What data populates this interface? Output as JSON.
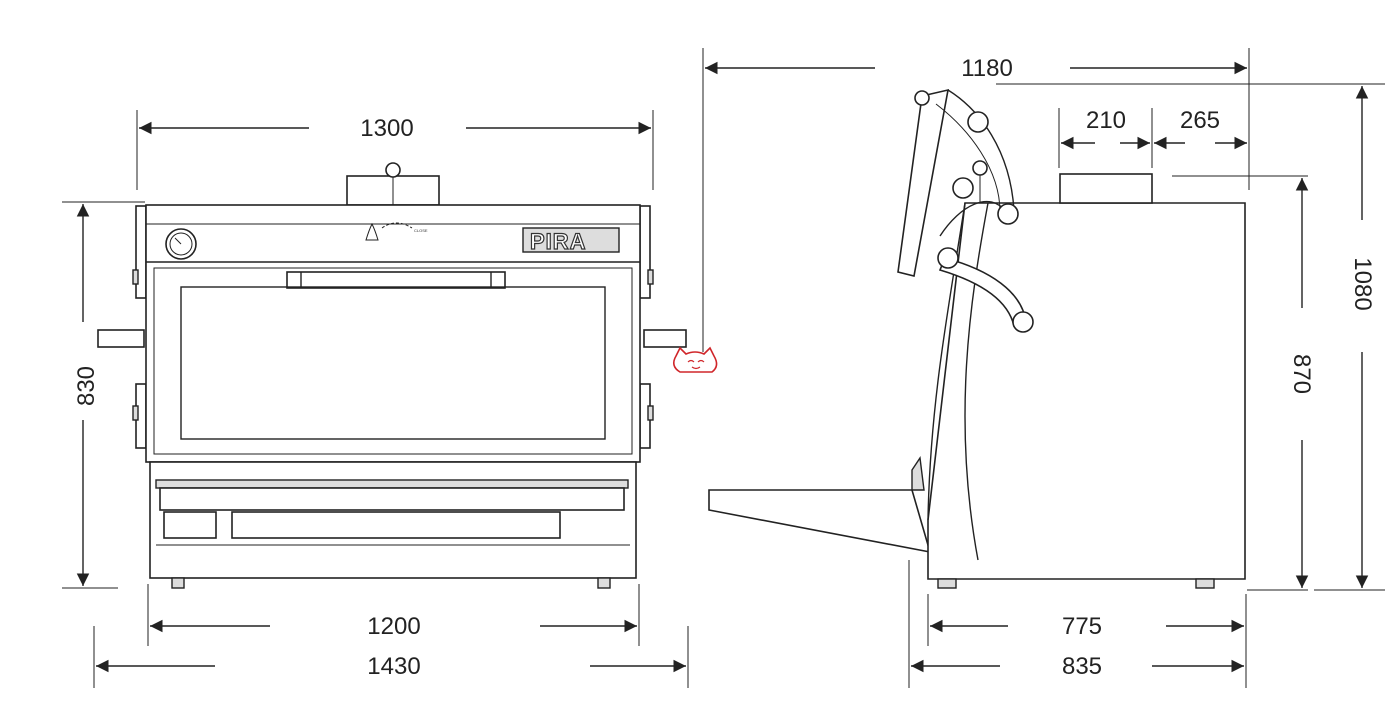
{
  "brand": {
    "logo_text": "PIRA"
  },
  "front_view": {
    "width_top": "1300",
    "height": "830",
    "width_base": "1200",
    "width_overall": "1430",
    "control_label": "CLOSE"
  },
  "side_view": {
    "depth_overall": "1180",
    "chimney_offset": "210",
    "chimney_to_back": "265",
    "height_overall": "1080",
    "height_body": "870",
    "depth_base": "775",
    "depth_with_tray": "835"
  },
  "colors": {
    "line": "#222222",
    "fill": "#ffffff",
    "shade": "#dddddd",
    "watermark": "#d0262a"
  }
}
